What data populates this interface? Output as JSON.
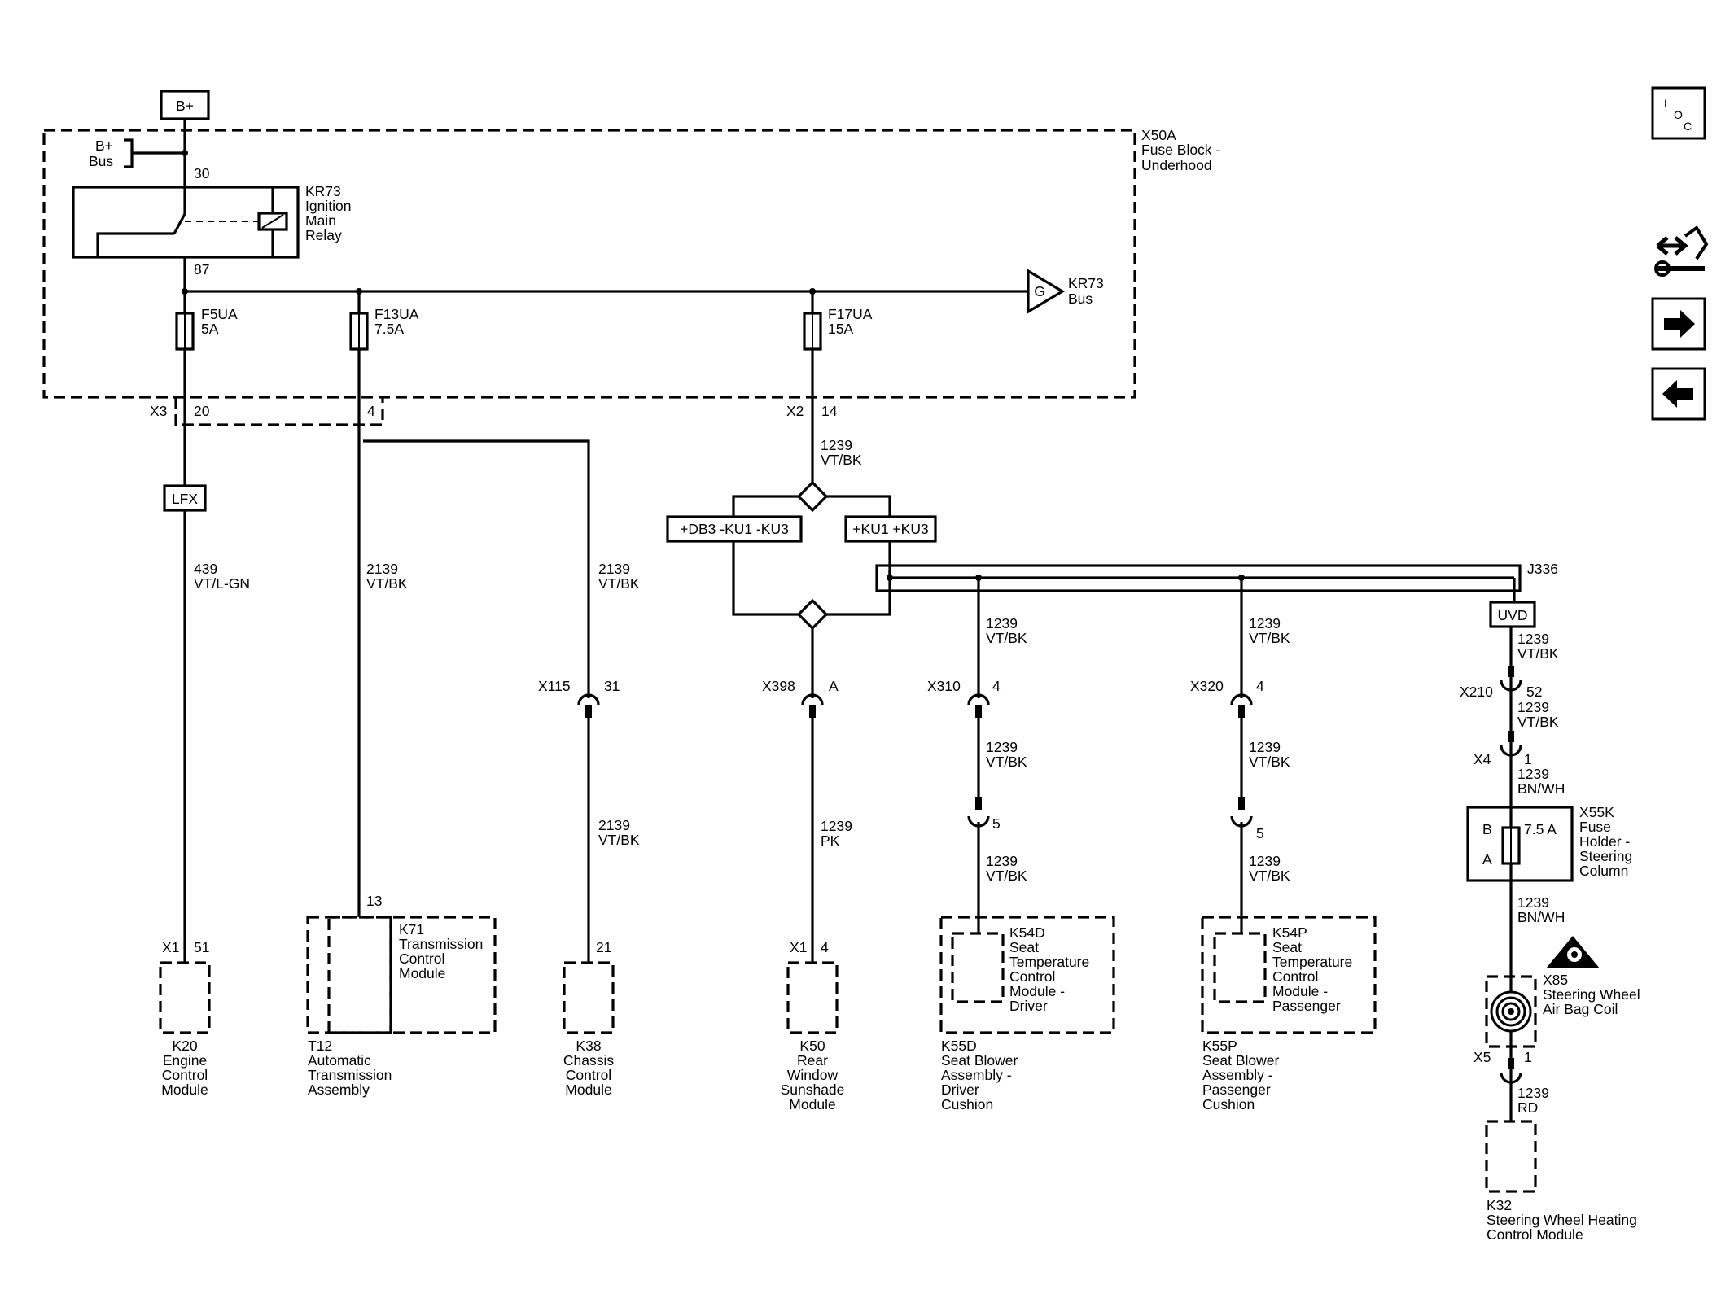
{
  "power": {
    "bplus": "B+",
    "bplus_bus_1": "B+",
    "bplus_bus_2": "Bus"
  },
  "fuse_block": {
    "id": "X50A",
    "name_1": "Fuse Block -",
    "name_2": "Underhood"
  },
  "relay": {
    "id": "KR73",
    "l1": "Ignition",
    "l2": "Main",
    "l3": "Relay",
    "pin_in": "30",
    "pin_out": "87"
  },
  "kr73_bus": {
    "id": "KR73",
    "l2": "Bus",
    "symbol": "G"
  },
  "fuses": [
    {
      "name": "F5UA",
      "rating": "5A"
    },
    {
      "name": "F13UA",
      "rating": "7.5A"
    },
    {
      "name": "F17UA",
      "rating": "15A"
    }
  ],
  "connectors": {
    "x3": "X3",
    "x3_p1": "20",
    "x3_p2": "4",
    "x2": "X2",
    "x2_p": "14",
    "x115": "X115",
    "x115_p": "31",
    "x398": "X398",
    "x398_p": "A",
    "x310": "X310",
    "x310_p": "4",
    "x310_p2": "5",
    "x320": "X320",
    "x320_p": "4",
    "x320_p2": "5",
    "x210": "X210",
    "x210_p": "52",
    "x4": "X4",
    "x4_p": "1",
    "x5": "X5",
    "x5_p": "1",
    "x1a": "X1",
    "x1a_p": "51",
    "x1b": "X1",
    "x1b_p": "4",
    "t12_p": "13",
    "k38_p": "21"
  },
  "options": {
    "lfx": "LFX",
    "left": "+DB3 -KU1 -KU3",
    "right": "+KU1 +KU3",
    "uvd": "UVD",
    "splice": "J336"
  },
  "wires": {
    "w439_n": "439",
    "w439_c": "VT/L-GN",
    "w2139a_n": "2139",
    "w2139a_c": "VT/BK",
    "w2139b_n": "2139",
    "w2139b_c": "VT/BK",
    "w2139c_n": "2139",
    "w2139c_c": "VT/BK",
    "w1239a_n": "1239",
    "w1239a_c": "VT/BK",
    "w1239pk_n": "1239",
    "w1239pk_c": "PK",
    "w1239d1_n": "1239",
    "w1239d1_c": "VT/BK",
    "w1239d2_n": "1239",
    "w1239d2_c": "VT/BK",
    "w1239d3_n": "1239",
    "w1239d3_c": "VT/BK",
    "w1239p1_n": "1239",
    "w1239p1_c": "VT/BK",
    "w1239p2_n": "1239",
    "w1239p2_c": "VT/BK",
    "w1239p3_n": "1239",
    "w1239p3_c": "VT/BK",
    "w1239s1_n": "1239",
    "w1239s1_c": "VT/BK",
    "w1239s2_n": "1239",
    "w1239s2_c": "VT/BK",
    "w1239s3_n": "1239",
    "w1239s3_c": "BN/WH",
    "w1239s4_n": "1239",
    "w1239s4_c": "BN/WH",
    "w1239s5_n": "1239",
    "w1239s5_c": "RD"
  },
  "components": {
    "k20": [
      "K20",
      "Engine",
      "Control",
      "Module"
    ],
    "t12": [
      "T12",
      "Automatic",
      "Transmission",
      "Assembly"
    ],
    "k71": [
      "K71",
      "Transmission",
      "Control",
      "Module"
    ],
    "k38": [
      "K38",
      "Chassis",
      "Control",
      "Module"
    ],
    "k50": [
      "K50",
      "Rear",
      "Window",
      "Sunshade",
      "Module"
    ],
    "k54d": [
      "K54D",
      "Seat",
      "Temperature",
      "Control",
      "Module -",
      "Driver"
    ],
    "k55d": [
      "K55D",
      "Seat Blower",
      "Assembly -",
      "Driver",
      "Cushion"
    ],
    "k54p": [
      "K54P",
      "Seat",
      "Temperature",
      "Control",
      "Module -",
      "Passenger"
    ],
    "k55p": [
      "K55P",
      "Seat Blower",
      "Assembly -",
      "Passenger",
      "Cushion"
    ],
    "x55k": [
      "X55K",
      "Fuse",
      "Holder -",
      "Steering",
      "Column"
    ],
    "x55k_fuse": {
      "b": "B",
      "a": "A",
      "rating": "7.5 A"
    },
    "x85": [
      "X85",
      "Steering Wheel",
      "Air Bag Coil"
    ],
    "k32": [
      "K32",
      "Steering Wheel Heating",
      "Control Module"
    ]
  },
  "nav": {
    "loc_l": "L",
    "loc_o": "O",
    "loc_c": "C"
  }
}
